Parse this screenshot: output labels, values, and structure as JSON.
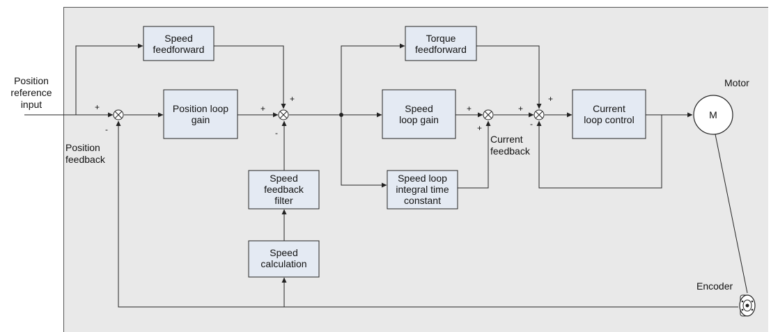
{
  "blocks": {
    "speed_feedforward": "Speed\nfeedforward",
    "position_loop_gain": "Position loop\ngain",
    "torque_feedforward": "Torque\nfeedforward",
    "speed_loop_gain": "Speed\nloop gain",
    "current_loop_control": "Current\nloop control",
    "speed_loop_integral": "Speed loop\nintegral time\nconstant",
    "speed_feedback_filter": "Speed\nfeedback\nfilter",
    "speed_calculation": "Speed\ncalculation",
    "motor_symbol": "M"
  },
  "labels": {
    "position_reference_input": "Position\nreference\ninput",
    "position_feedback": "Position\nfeedback",
    "current_feedback": "Current\nfeedback",
    "motor": "Motor",
    "encoder": "Encoder"
  },
  "signs": {
    "plus": "+",
    "minus": "-"
  }
}
